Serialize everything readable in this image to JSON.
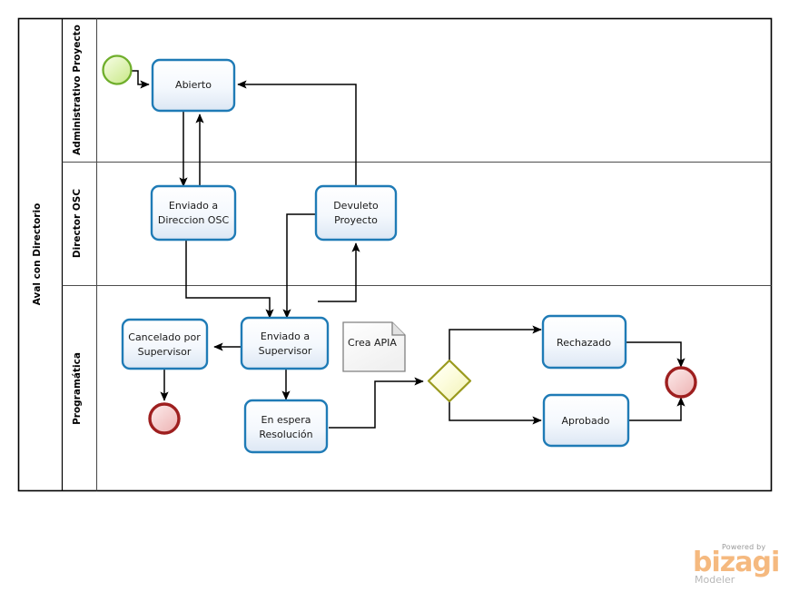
{
  "diagram": {
    "pool": {
      "label": "Aval con Directorio"
    },
    "lanes": [
      {
        "id": "lane-administrativo-proyecto",
        "label": "Administrativo Proyecto"
      },
      {
        "id": "lane-director-osc",
        "label": "Director OSC"
      },
      {
        "id": "lane-programatica",
        "label": "Programática"
      }
    ],
    "events": [
      {
        "id": "start-event",
        "type": "start",
        "label": ""
      },
      {
        "id": "end-event-cancelado",
        "type": "end",
        "label": ""
      },
      {
        "id": "end-event-final",
        "type": "end",
        "label": ""
      }
    ],
    "tasks": [
      {
        "id": "task-abierto",
        "label": "Abierto",
        "lines": [
          "Abierto"
        ]
      },
      {
        "id": "task-enviado-direccion-osc",
        "label": "Enviado a Direccion OSC",
        "lines": [
          "Enviado a",
          "Direccion OSC"
        ]
      },
      {
        "id": "task-devuleto-proyecto",
        "label": "Devuleto Proyecto",
        "lines": [
          "Devuleto",
          "Proyecto"
        ]
      },
      {
        "id": "task-cancelado-supervisor",
        "label": "Cancelado por Supervisor",
        "lines": [
          "Cancelado por",
          "Supervisor"
        ]
      },
      {
        "id": "task-enviado-supervisor",
        "label": "Enviado a Supervisor",
        "lines": [
          "Enviado a",
          "Supervisor"
        ]
      },
      {
        "id": "task-en-espera-resolucion",
        "label": "En espera Resolución",
        "lines": [
          "En espera",
          "Resolución"
        ]
      },
      {
        "id": "task-rechazado",
        "label": "Rechazado",
        "lines": [
          "Rechazado"
        ]
      },
      {
        "id": "task-aprobado",
        "label": "Aprobado",
        "lines": [
          "Aprobado"
        ]
      }
    ],
    "gateways": [
      {
        "id": "gateway-exclusive",
        "type": "exclusive",
        "label": ""
      }
    ],
    "annotations": [
      {
        "id": "annotation-crea-apia",
        "label": "Crea APIA"
      }
    ],
    "colors": {
      "task_border": "#1f7bb6",
      "task_fill_top": "#ffffff",
      "task_fill_bottom": "#dfe9f5",
      "start_border": "#62a724",
      "start_fill": "#e4f5c2",
      "end_border": "#8c1919",
      "end_fill": "#f6cfcf",
      "gateway_border": "#9a9a1e",
      "gateway_fill": "#fbfbd2",
      "annotation_border": "#808080",
      "pool_border": "#000000",
      "lane_border": "#4d4d4d",
      "flow_line": "#000000"
    }
  },
  "branding": {
    "powered_by": "Powered by",
    "name": "bizagi",
    "product": "Modeler"
  }
}
